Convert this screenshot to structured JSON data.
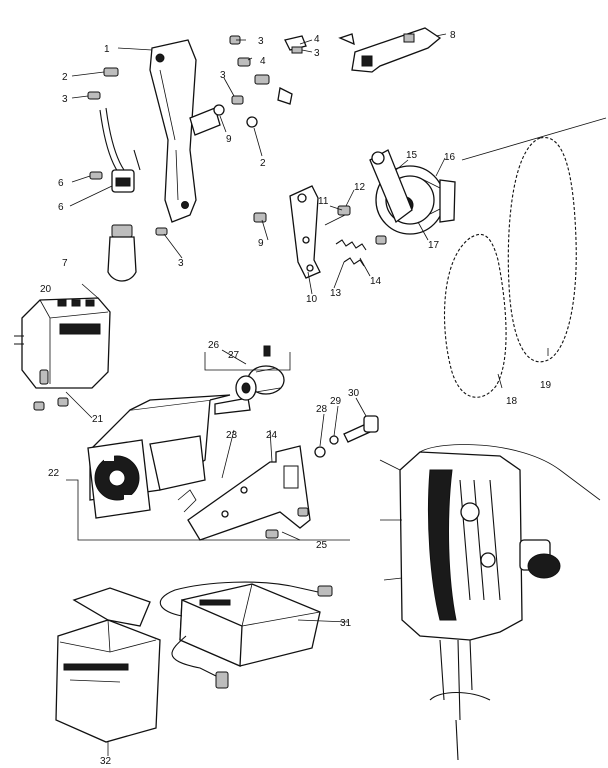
{
  "colors": {
    "ink": "#111111",
    "paper": "#ffffff"
  },
  "callouts": {
    "c1": "1",
    "c2a": "2",
    "c2b": "2",
    "c3a": "3",
    "c3b": "3",
    "c3c": "3",
    "c3d": "3",
    "c3e": "3",
    "c4a": "4",
    "c4b": "4",
    "c6a": "6",
    "c6b": "6",
    "c7": "7",
    "c8": "8",
    "c9a": "9",
    "c9b": "9",
    "c10": "10",
    "c11": "11",
    "c12": "12",
    "c13": "13",
    "c14": "14",
    "c15": "15",
    "c16": "16",
    "c17": "17",
    "c18": "18",
    "c19": "19",
    "c20": "20",
    "c21": "21",
    "c22": "22",
    "c23": "23",
    "c24": "24",
    "c25": "25",
    "c26": "26",
    "c27": "27",
    "c28": "28",
    "c29": "29",
    "c30": "30",
    "c31": "31",
    "c32": "32"
  }
}
